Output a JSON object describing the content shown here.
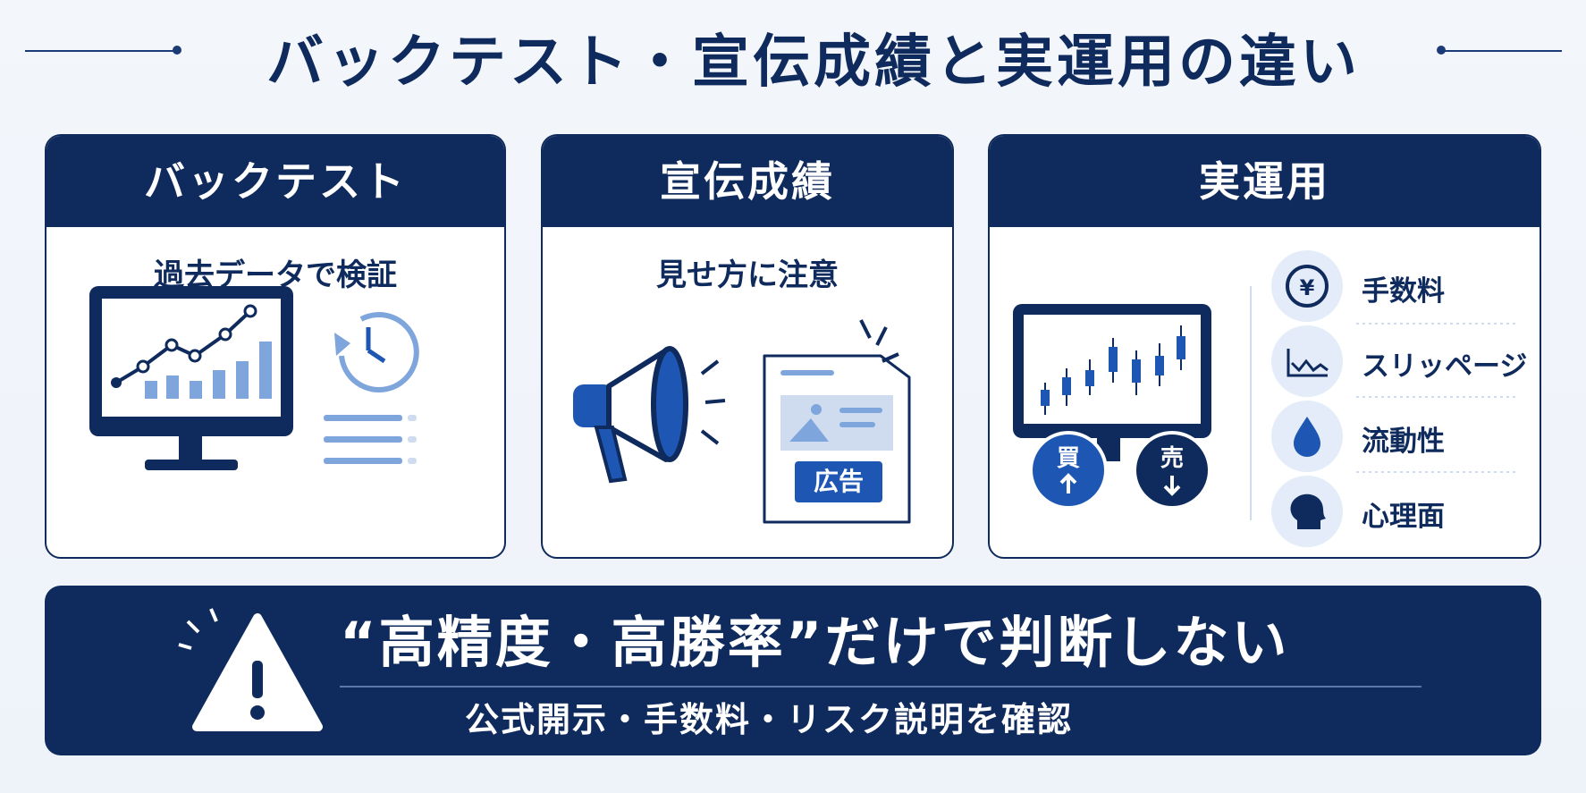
{
  "title": "バックテスト・宣伝成績と実運用の違い",
  "cards": [
    {
      "heading": "バックテスト",
      "subtitle": "過去データで検証",
      "icons": [
        "monitor-chart-icon",
        "history-clock-icon",
        "list-lines-icon"
      ]
    },
    {
      "heading": "宣伝成績",
      "subtitle": "見せ方に注意",
      "icons": [
        "megaphone-icon",
        "ad-flyer-icon"
      ],
      "ad_label": "広告"
    },
    {
      "heading": "実運用",
      "subtitle": "",
      "icons": [
        "candlestick-monitor-icon"
      ],
      "buy_label": "買",
      "sell_label": "売",
      "factors": [
        {
          "icon": "yen-icon",
          "label": "手数料"
        },
        {
          "icon": "slippage-chart-icon",
          "label": "スリッページ"
        },
        {
          "icon": "water-drop-icon",
          "label": "流動性"
        },
        {
          "icon": "head-silhouette-icon",
          "label": "心理面"
        }
      ]
    }
  ],
  "banner": {
    "icon": "warning-triangle-icon",
    "headline": "“高精度・高勝率”だけで判断しない",
    "subline": "公式開示・手数料・リスク説明を確認"
  },
  "colors": {
    "navy": "#0f2a5c",
    "blue": "#1e56b3",
    "light_blue": "#7ea5dc",
    "pale_blue": "#e3ecf8"
  }
}
